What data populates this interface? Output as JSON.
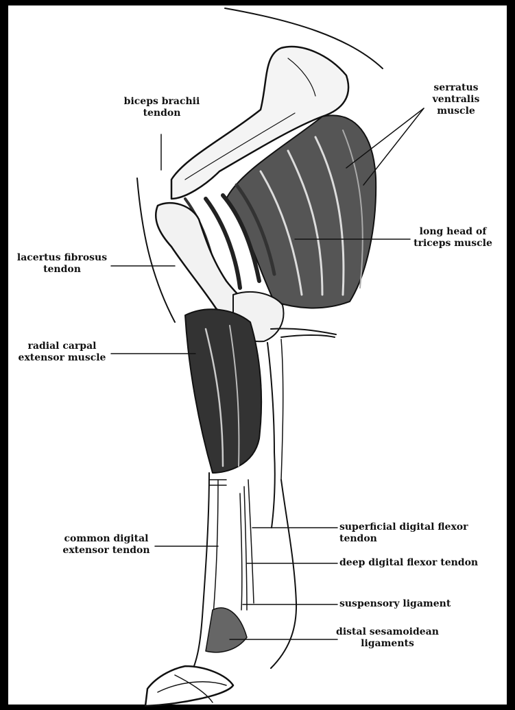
{
  "labels": {
    "biceps_brachii_tendon": [
      "biceps brachii",
      "tendon"
    ],
    "serratus_ventralis_muscle": [
      "serratus",
      "ventralis",
      "muscle"
    ],
    "long_head_triceps": [
      "long head of",
      "triceps muscle"
    ],
    "lacertus_fibrosus_tendon": [
      "lacertus fibrosus",
      "tendon"
    ],
    "radial_carpal_extensor": [
      "radial carpal",
      "extensor muscle"
    ],
    "superficial_digital_flexor": [
      "superficial digital flexor tendon"
    ],
    "common_digital_extensor": [
      "common digital",
      "extensor tendon"
    ],
    "deep_digital_flexor": [
      "deep digital flexor tendon"
    ],
    "suspensory_ligament": [
      "suspensory ligament"
    ],
    "distal_sesamoidean": [
      "distal sesamoidean",
      "ligaments"
    ]
  }
}
